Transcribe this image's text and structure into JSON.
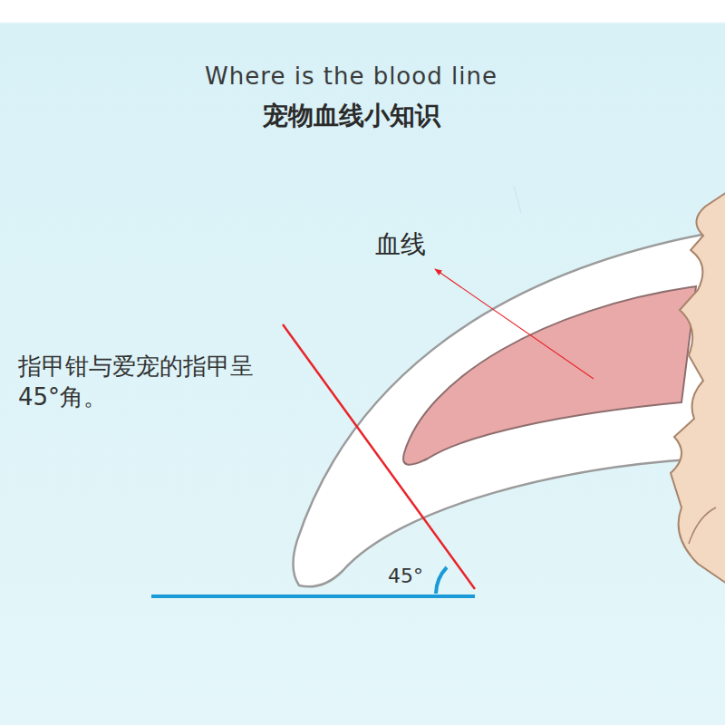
{
  "diagram": {
    "title": "Where is the blood line",
    "labels": [
      "宠物血线小知识",
      "血线",
      "指甲钳与爱宠的指甲呈 45°角。",
      "45°"
    ]
  }
}
